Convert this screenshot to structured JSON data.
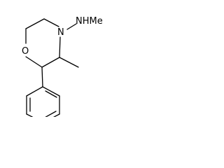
{
  "molecule": {
    "atoms": {
      "nitrogen_ring": "N",
      "nitrogen_amine": "NHMe",
      "oxygen_ring": "O"
    }
  }
}
